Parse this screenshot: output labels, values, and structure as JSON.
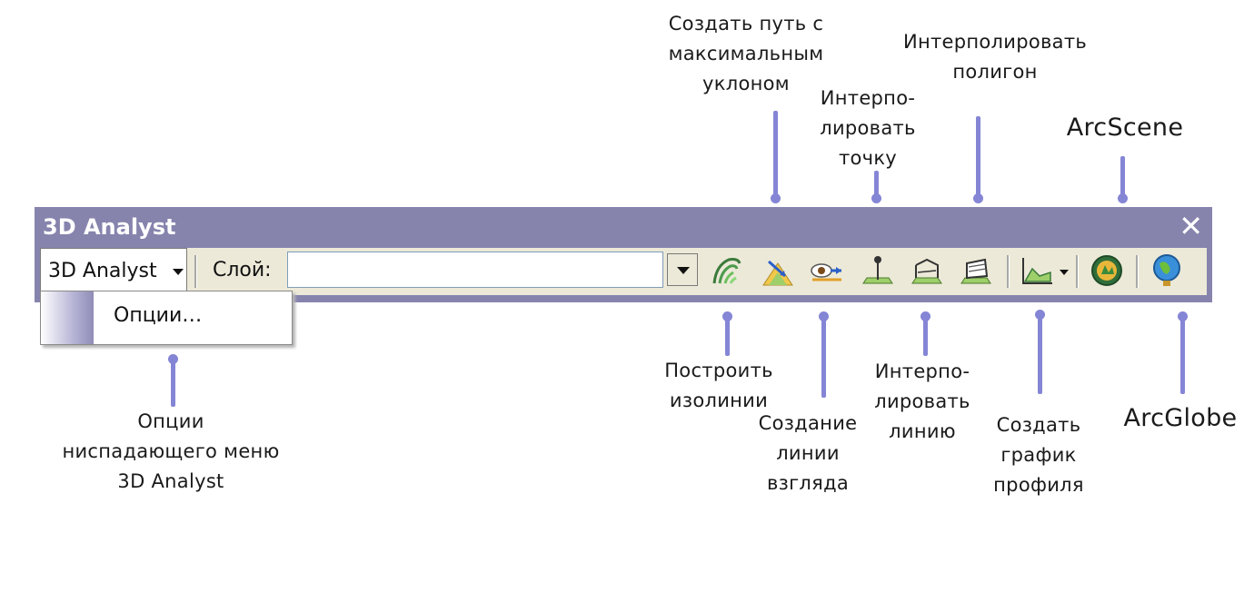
{
  "window": {
    "title": "3D Analyst",
    "close_label": "✕"
  },
  "toolbar": {
    "menu_label": "3D Analyst",
    "layer_label": "Слой:",
    "layer_value": ""
  },
  "dropdown": {
    "items": [
      "Опции…"
    ]
  },
  "icons": [
    "contour-icon",
    "steepest-path-icon",
    "line-of-sight-icon",
    "interpolate-point-icon",
    "interpolate-line-icon",
    "interpolate-polygon-icon",
    "profile-graph-icon",
    "arcscene-icon",
    "arcglobe-icon"
  ],
  "callouts": {
    "steepest_path": [
      "Создать путь с",
      "максимальным",
      "уклоном"
    ],
    "interp_point": [
      "Интерпо-",
      "лировать",
      "точку"
    ],
    "interp_polygon": [
      "Интерполировать",
      "полигон"
    ],
    "arcscene": "ArcScene",
    "contour": [
      "Построить",
      "изолинии"
    ],
    "line_of_sight": [
      "Создание",
      "линии",
      "взгляда"
    ],
    "interp_line": [
      "Интерпо-",
      "лировать",
      "линию"
    ],
    "profile": [
      "Создать",
      "график",
      "профиля"
    ],
    "arcglobe": "ArcGlobe",
    "options": [
      "Опции",
      "ниспадающего меню",
      "3D Analyst"
    ]
  },
  "colors": {
    "titlebar": "#8684ad",
    "leader": "#8585d6",
    "toolbar_bg": "#ece9d8"
  }
}
